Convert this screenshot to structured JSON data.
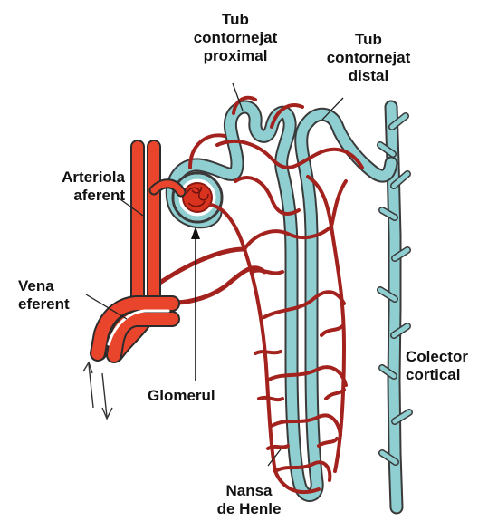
{
  "labels": {
    "tub_proximal": [
      "Tub",
      "contornejat",
      "proximal"
    ],
    "tub_distal": [
      "Tub",
      "contornejat",
      "distal"
    ],
    "arteriola": [
      "Arteriola",
      "aferent"
    ],
    "vena": [
      "Vena",
      "eferent"
    ],
    "glomerul": "Glomerul",
    "colector": [
      "Colector",
      "cortical"
    ],
    "nansa": [
      "Nansa",
      "de Henle"
    ]
  },
  "colors": {
    "vessel_red": "#e8452c",
    "capillary_red": "#a3221d",
    "tubule_teal": "#8fcfd2",
    "outline": "#3a3a3a"
  },
  "icons": [
    "arrow-up-icon",
    "arrow-down-icon",
    "pointer-arrow-icon"
  ]
}
